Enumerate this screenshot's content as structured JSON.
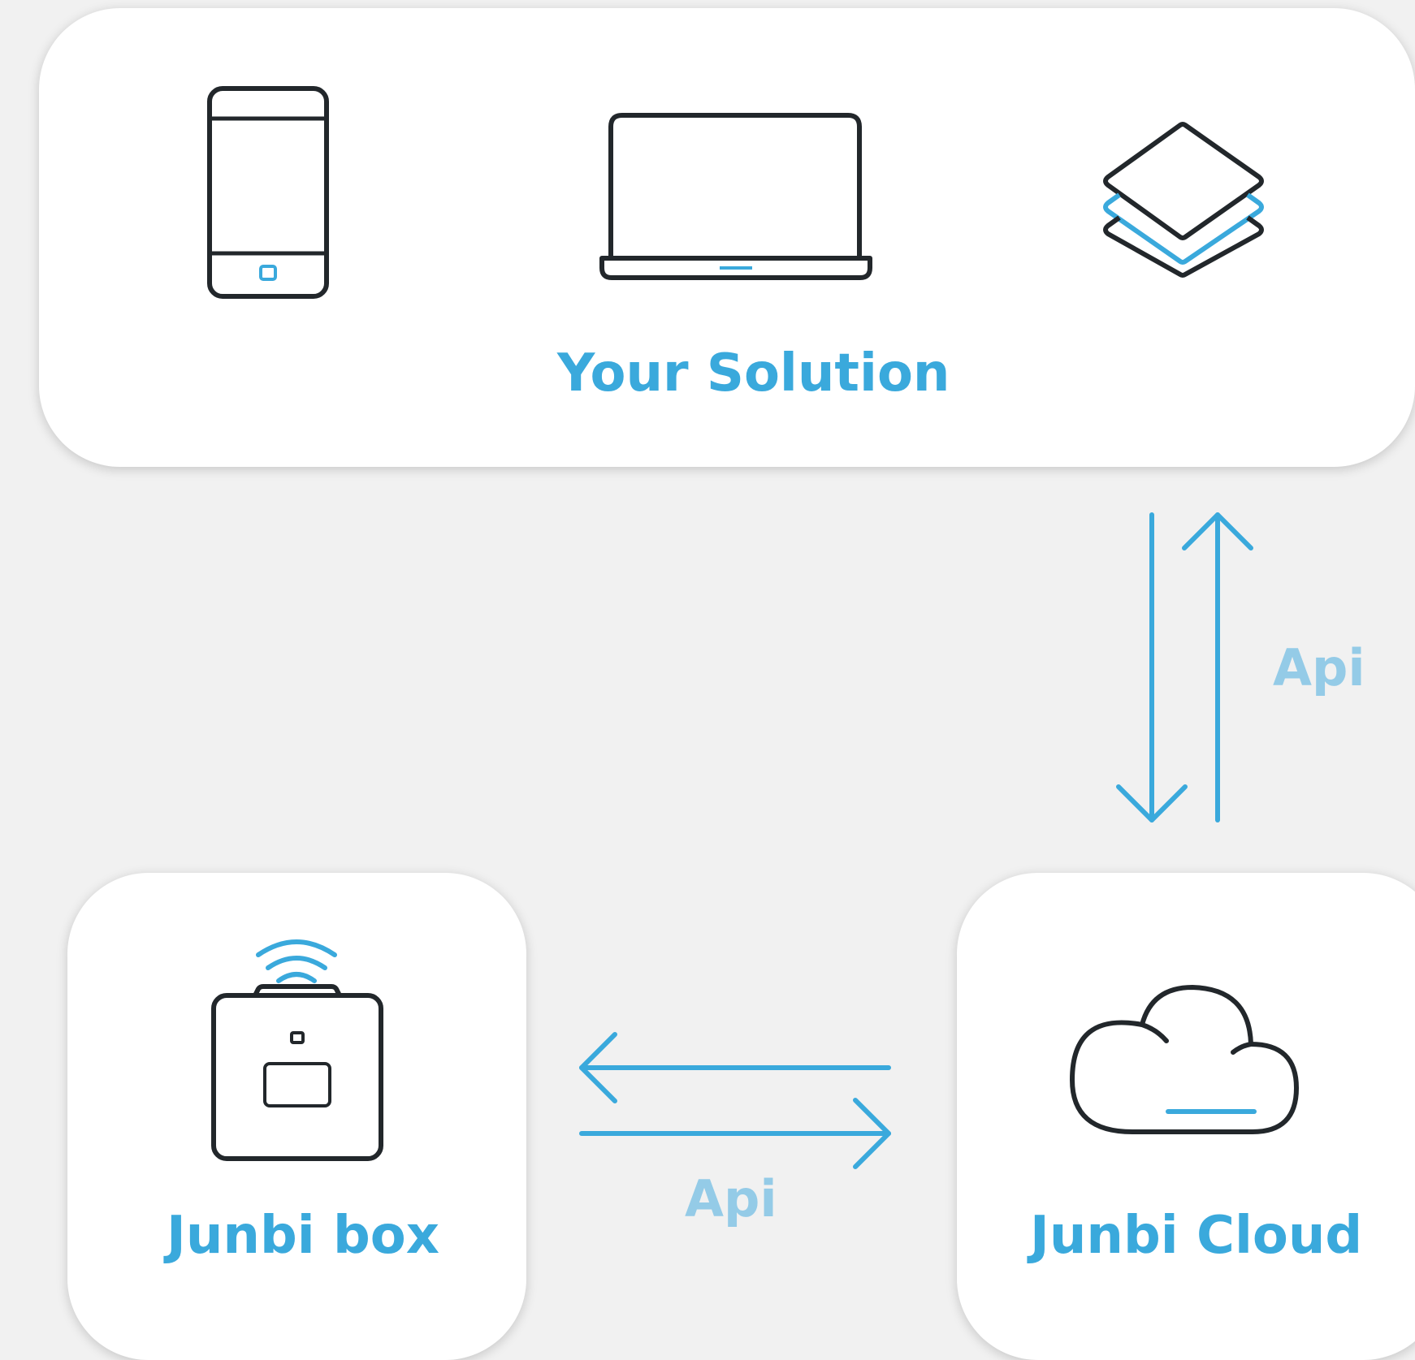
{
  "nodes": {
    "your_solution": {
      "label": "Your Solution",
      "icons": [
        "smartphone-icon",
        "laptop-icon",
        "layers-icon"
      ]
    },
    "junbi_box": {
      "label": "Junbi box",
      "icons": [
        "device-box-icon",
        "wifi-signal-icon"
      ]
    },
    "junbi_cloud": {
      "label": "Junbi Cloud",
      "icons": [
        "cloud-icon"
      ]
    }
  },
  "connections": {
    "vertical": {
      "label": "Api",
      "from": "Your Solution",
      "to": "Junbi Cloud",
      "direction": "bidirectional"
    },
    "horizontal": {
      "label": "Api",
      "from": "Junbi Cloud",
      "to": "Junbi box",
      "direction": "bidirectional"
    }
  },
  "colors": {
    "background": "#f1f1f1",
    "card": "#ffffff",
    "accent": "#3aa9dc",
    "api_label": "#94cbe7",
    "icon_stroke": "#22272b"
  }
}
